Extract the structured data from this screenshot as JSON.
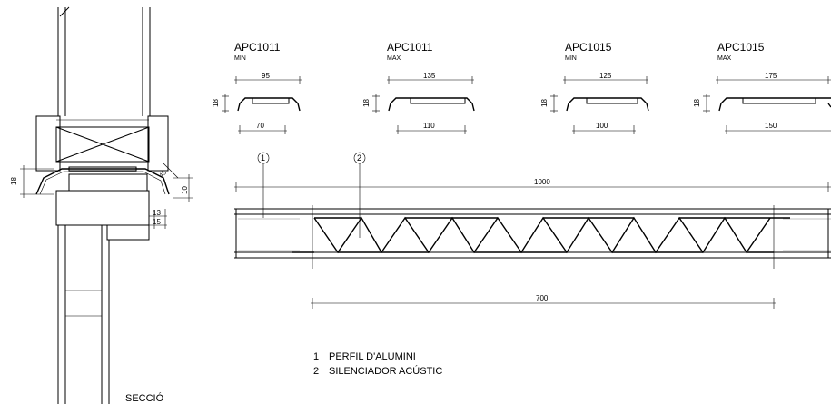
{
  "profiles": [
    {
      "code": "APC1011",
      "variant": "MIN",
      "top": "95",
      "bottom": "70",
      "height": "18"
    },
    {
      "code": "APC1011",
      "variant": "MAX",
      "top": "135",
      "bottom": "110",
      "height": "18"
    },
    {
      "code": "APC1015",
      "variant": "MIN",
      "top": "125",
      "bottom": "100",
      "height": "18"
    },
    {
      "code": "APC1015",
      "variant": "MAX",
      "top": "175",
      "bottom": "150",
      "height": "18"
    }
  ],
  "elevation": {
    "total_width": "1000",
    "inner_width": "700",
    "callout_1": "1",
    "callout_2": "2"
  },
  "section": {
    "title": "SECCIÓ",
    "dim_height": "18",
    "dim_10": "10",
    "dim_13": "13",
    "dim_15": "15",
    "dim_45": "45"
  },
  "legend": [
    {
      "num": "1",
      "label": "PERFIL D'ALUMINI"
    },
    {
      "num": "2",
      "label": "SILENCIADOR ACÚSTIC"
    }
  ]
}
